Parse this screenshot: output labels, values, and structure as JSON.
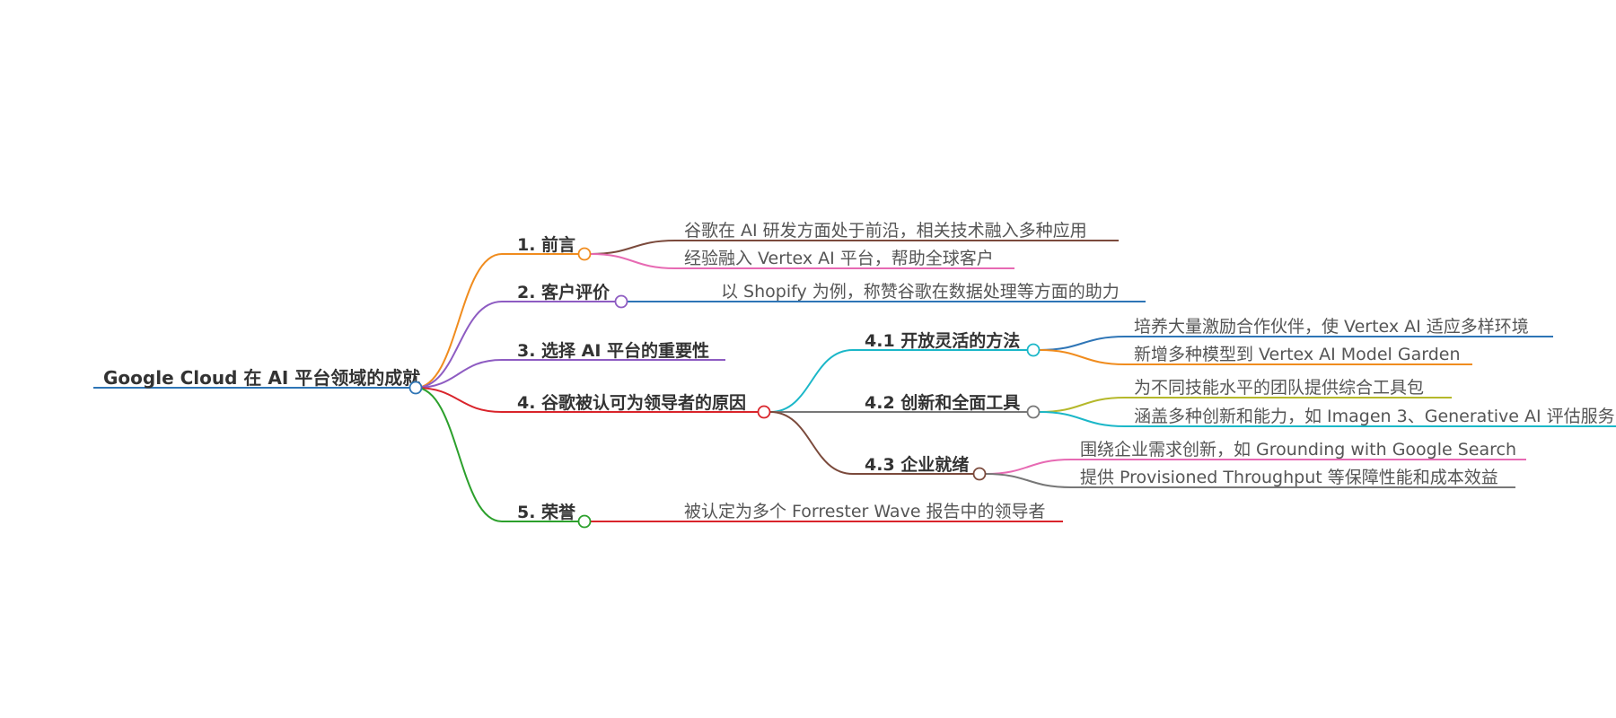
{
  "root": {
    "label": "Google Cloud 在 AI 平台领域的成就",
    "color": "#2e75b6"
  },
  "sections": [
    {
      "label": "1. 前言",
      "color": "#f08c1e",
      "children": [
        {
          "label": "谷歌在 AI 研发方面处于前沿，相关技术融入多种应用",
          "color": "#7b4a3c"
        },
        {
          "label": "经验融入 Vertex AI 平台，帮助全球客户",
          "color": "#e76ab3"
        }
      ]
    },
    {
      "label": "2. 客户评价",
      "color": "#8e5cc2",
      "children": [
        {
          "label": "以 Shopify 为例，称赞谷歌在数据处理等方面的助力",
          "color": "#2e75b6"
        }
      ]
    },
    {
      "label": "3. 选择 AI 平台的重要性",
      "color": "#8e5cc2",
      "children": []
    },
    {
      "label": "4. 谷歌被认可为领导者的原因",
      "color": "#d9242b",
      "children": [
        {
          "label": "4.1 开放灵活的方法",
          "color": "#1bb7c8",
          "children": [
            {
              "label": "培养大量激励合作伙伴，使 Vertex AI 适应多样环境",
              "color": "#2e75b6"
            },
            {
              "label": "新增多种模型到 Vertex AI Model Garden",
              "color": "#f08c1e"
            }
          ]
        },
        {
          "label": "4.2 创新和全面工具",
          "color": "#777777",
          "children": [
            {
              "label": "为不同技能水平的团队提供综合工具包",
              "color": "#b5b82a"
            },
            {
              "label": "涵盖多种创新和能力，如 Imagen 3、Generative AI 评估服务",
              "color": "#1bb7c8"
            }
          ]
        },
        {
          "label": "4.3 企业就绪",
          "color": "#7b4a3c",
          "children": [
            {
              "label": "围绕企业需求创新，如 Grounding with Google Search",
              "color": "#e76ab3"
            },
            {
              "label": "提供 Provisioned Throughput 等保障性能和成本效益",
              "color": "#777777"
            }
          ]
        }
      ]
    },
    {
      "label": "5. 荣誉",
      "color": "#2ca02c",
      "children": [
        {
          "label": "被认定为多个 Forrester Wave 报告中的领导者",
          "color": "#d9242b"
        }
      ]
    }
  ]
}
